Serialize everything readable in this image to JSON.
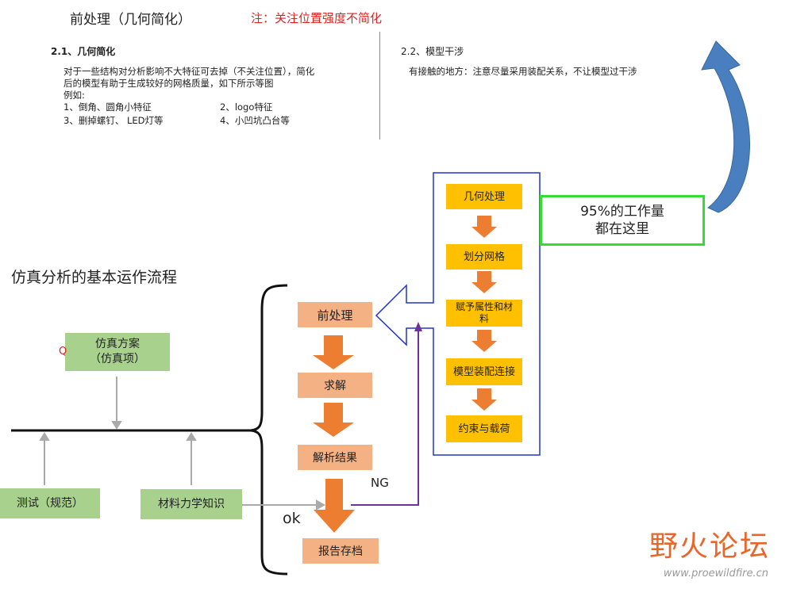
{
  "header": {
    "title": "前处理（几何简化）",
    "note": "注：关注位置强度不简化"
  },
  "section_geometry": {
    "heading": "2.1、几何简化",
    "desc_line1": "对于一些结构对分析影响不大特征可去掉（不关注位置），简化",
    "desc_line2": "后的模型有助于生成较好的网格质量，如下所示等图",
    "example_label": "例如:",
    "items": [
      "1、倒角、圆角小特征",
      "2、logo特征",
      "3、删掉螺钉、 LED灯等",
      "4、小凹坑凸台等"
    ]
  },
  "section_interference": {
    "heading": "2.2、模型干涉",
    "desc": "有接触的地方：注意尽量采用装配关系，不让模型过干涉"
  },
  "preprocess_steps": [
    "几何处理",
    "划分网格",
    "赋予属性和材料",
    "模型装配连接",
    "约束与载荷"
  ],
  "workload": {
    "line1": "95%的工作量",
    "line2": "都在这里"
  },
  "flow": {
    "title": "仿真分析的基本运作流程",
    "plan_line1": "仿真方案",
    "plan_line2": "（仿真项）",
    "plan_marker": "Q",
    "test": "测试（规范）",
    "mechanics": "材料力学知识",
    "steps": [
      "前处理",
      "求解",
      "解析结果",
      "报告存档"
    ],
    "ng_label": "NG",
    "ok_label": "ok"
  },
  "watermark": {
    "text": "野火论坛",
    "url": "www.proewildfire.cn"
  },
  "colors": {
    "orange_arrow": "#ed7d31",
    "peach_box": "#f4b183",
    "yellow_box": "#ffc000",
    "green_box": "#a9d18e",
    "blue_outline": "#2233cc",
    "purple_line": "#7030a0",
    "note_red": "#e01f1f",
    "curve_blue": "#4a7fbf"
  }
}
